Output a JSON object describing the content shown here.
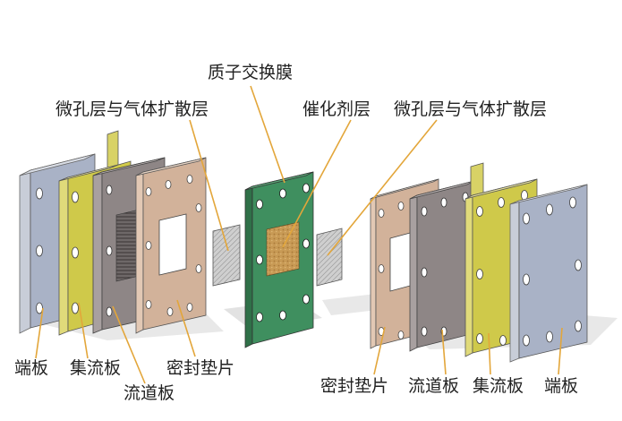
{
  "labels": {
    "membrane": "质子交换膜",
    "gdl_left": "微孔层与气体扩散层",
    "catalyst": "催化剂层",
    "gdl_right": "微孔层与气体扩散层",
    "end_plate_left": "端板",
    "collector_left": "集流板",
    "flow_left": "流道板",
    "gasket_left": "密封垫片",
    "gasket_right": "密封垫片",
    "flow_right": "流道板",
    "collector_right": "集流板",
    "end_plate_right": "端板"
  },
  "colors": {
    "end_plate": "#a9b2c6",
    "collector": "#cfc94a",
    "flow_plate": "#8e8686",
    "gasket": "#d2b29a",
    "membrane": "#3f8f5f",
    "catalyst": "#c89a55",
    "gdl": "#b9b9b9",
    "leader_line": "#e3a63a"
  }
}
